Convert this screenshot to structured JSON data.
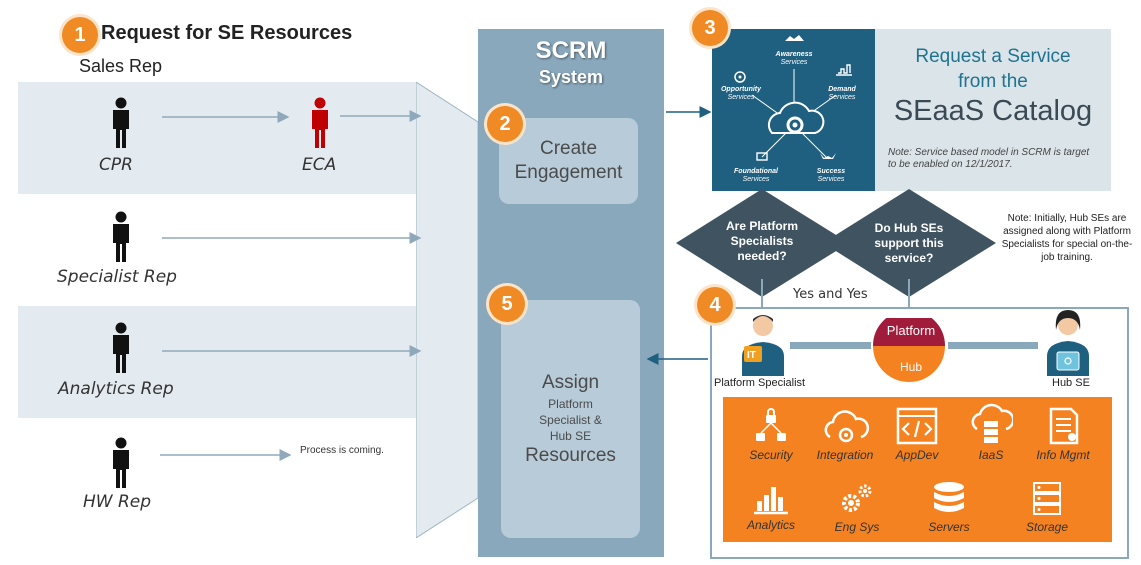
{
  "step1": {
    "number": "1",
    "title": "Request for SE Resources",
    "subtitle": "Sales Rep"
  },
  "lanes": [
    {
      "label": "CPR",
      "second_label": "ECA"
    },
    {
      "label": "Specialist Rep"
    },
    {
      "label": "Analytics Rep"
    },
    {
      "label": "HW Rep",
      "note": "Process is coming."
    }
  ],
  "scrm": {
    "title": "SCRM",
    "subtitle": "System"
  },
  "step2": {
    "number": "2",
    "line1": "Create",
    "line2": "Engagement"
  },
  "step5": {
    "number": "5",
    "line1": "Assign",
    "line2": "Platform",
    "line3": "Specialist &",
    "line4": "Hub SE",
    "line5": "Resources"
  },
  "step3": {
    "number": "3"
  },
  "catalog_services": {
    "awareness": "Awareness",
    "awareness_sub": "Services",
    "opportunity": "Opportunity",
    "opportunity_sub": "Services",
    "demand": "Demand",
    "demand_sub": "Services",
    "foundational": "Foundational",
    "foundational_sub": "Services",
    "success": "Success",
    "success_sub": "Services"
  },
  "request": {
    "line1": "Request a Service",
    "line2": "from the",
    "line3": "SEaaS Catalog",
    "note": "Note:  Service based model in SCRM is target to be enabled on 12/1/2017."
  },
  "diamonds": {
    "d1": [
      "Are Platform",
      "Specialists",
      "needed?"
    ],
    "d2": [
      "Do Hub SEs",
      "support this",
      "service?"
    ],
    "yes_label": "Yes and Yes"
  },
  "side_note": "Note:  Initially, Hub SEs are assigned along with Platform Specialists for special on-the-job training.",
  "step4": {
    "number": "4",
    "platform_specialist": "Platform Specialist",
    "hub_se": "Hub SE",
    "platform": "Platform",
    "hub": "Hub"
  },
  "offerings": [
    {
      "label": "Security",
      "icon": "security-icon"
    },
    {
      "label": "Integration",
      "icon": "cloud-integration-icon"
    },
    {
      "label": "AppDev",
      "icon": "code-icon"
    },
    {
      "label": "IaaS",
      "icon": "cloud-server-icon"
    },
    {
      "label": "Info Mgmt",
      "icon": "document-icon"
    },
    {
      "label": "Analytics",
      "icon": "bar-chart-icon"
    },
    {
      "label": "Eng Sys",
      "icon": "gears-icon"
    },
    {
      "label": "Servers",
      "icon": "database-icon"
    },
    {
      "label": "Storage",
      "icon": "storage-icon"
    }
  ],
  "colors": {
    "orange": "#f58220",
    "badge": "#f08a24",
    "scrm": "#8aa8bc",
    "catalog": "#1f5f80",
    "diamond": "#3f5360",
    "teal_text": "#1f7390",
    "eca_red": "#c00000"
  }
}
